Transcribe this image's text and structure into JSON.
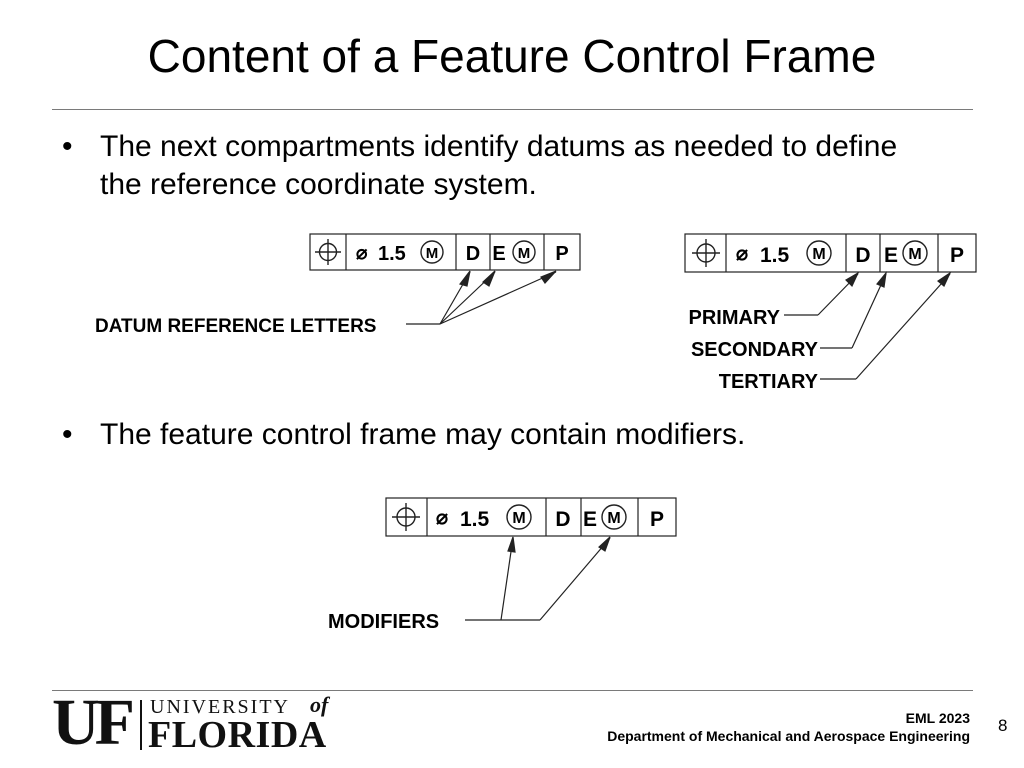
{
  "slide": {
    "title": "Content of a Feature Control Frame",
    "bullets": [
      "The next compartments identify datums as needed to define the reference coordinate system.",
      "The feature control frame may contain modifiers."
    ],
    "bullet_symbol": "•"
  },
  "fcf": {
    "position_symbol": "position-icon",
    "diameter_symbol": "⌀",
    "tolerance": "1.5",
    "modifier": "M",
    "datum_primary": "D",
    "datum_secondary": "E",
    "datum_tertiary": "P"
  },
  "figure1": {
    "callout": "DATUM REFERENCE LETTERS"
  },
  "figure2": {
    "primary": "PRIMARY",
    "secondary": "SECONDARY",
    "tertiary": "TERTIARY"
  },
  "figure3": {
    "callout": "MODIFIERS"
  },
  "footer": {
    "logo_uf": "UF",
    "logo_university": "UNIVERSITY",
    "logo_of": "of",
    "logo_florida": "FLORIDA",
    "course": "EML 2023",
    "department": "Department of Mechanical and Aerospace Engineering",
    "page": "8"
  }
}
